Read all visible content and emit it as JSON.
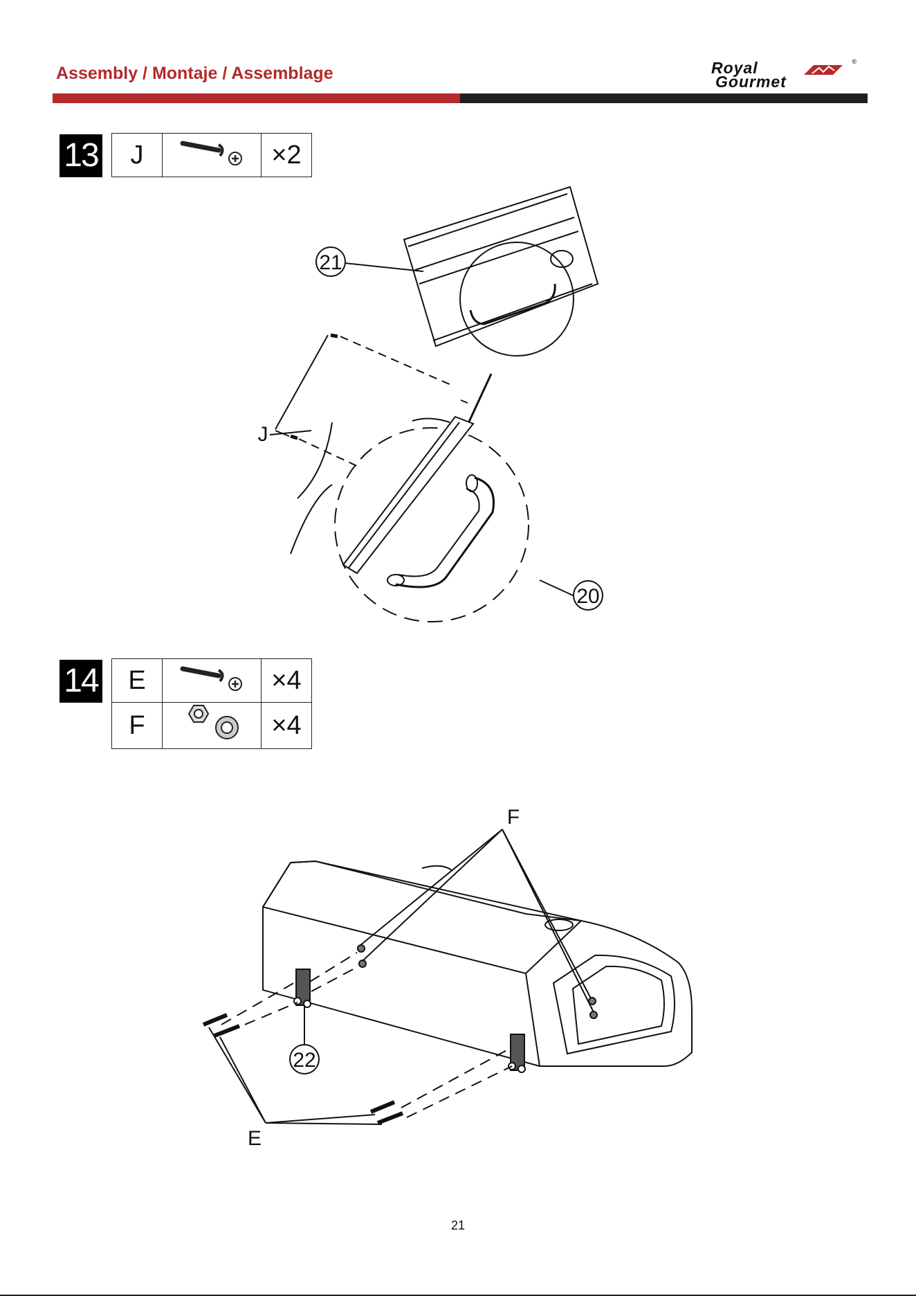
{
  "header": {
    "title": "Assembly / Montaje / Assemblage",
    "logo_line1": "Royal",
    "logo_line2": "Gourmet",
    "logo_registered": "®",
    "colors": {
      "accent_red": "#b52a2a",
      "dark": "#231f20"
    }
  },
  "steps": [
    {
      "number": "13",
      "parts": [
        {
          "letter": "J",
          "icon": "bolt-with-phillips-head-icon",
          "quantity": "×2"
        }
      ],
      "callouts": {
        "part_21": "21",
        "part_20": "20",
        "fastener": "J"
      }
    },
    {
      "number": "14",
      "parts": [
        {
          "letter": "E",
          "icon": "bolt-with-phillips-head-icon",
          "quantity": "×4"
        },
        {
          "letter": "F",
          "icon": "flange-nut-and-washer-icon",
          "quantity": "×4"
        }
      ],
      "callouts": {
        "nut": "F",
        "bolt": "E",
        "part_22": "22"
      }
    }
  ],
  "page_number": "21"
}
